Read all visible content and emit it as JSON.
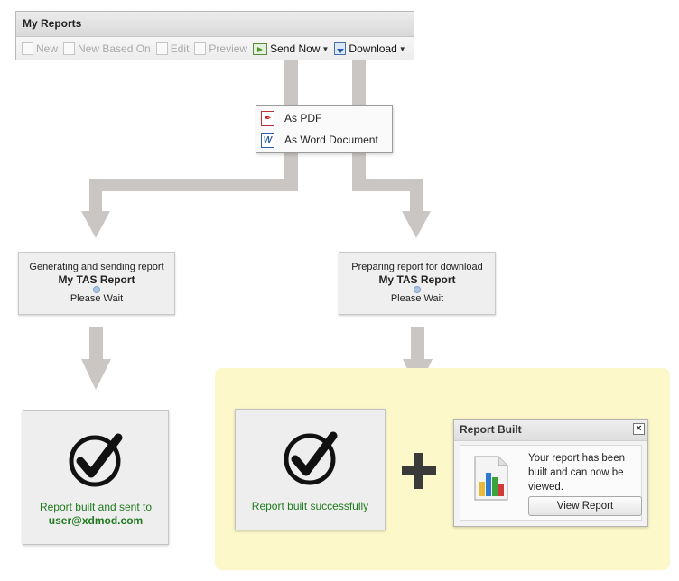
{
  "toolbar_panel": {
    "title": "My Reports",
    "buttons": [
      {
        "label": "New",
        "enabled": false,
        "icon": "new-report-icon"
      },
      {
        "label": "New Based On",
        "enabled": false,
        "icon": "copy-report-icon"
      },
      {
        "label": "Edit",
        "enabled": false,
        "icon": "edit-report-icon"
      },
      {
        "label": "Preview",
        "enabled": false,
        "icon": "preview-report-icon"
      },
      {
        "label": "Send Now",
        "enabled": true,
        "icon": "send-email-icon",
        "dropdown": true
      },
      {
        "label": "Download",
        "enabled": true,
        "icon": "download-icon",
        "dropdown": true
      }
    ]
  },
  "download_menu": {
    "items": [
      {
        "label": "As PDF",
        "icon": "pdf-icon"
      },
      {
        "label": "As Word Document",
        "icon": "word-document-icon"
      }
    ]
  },
  "sending": {
    "status": "Generating and sending report",
    "report_name": "My TAS Report",
    "wait_text": "Please Wait"
  },
  "downloading": {
    "status": "Preparing report for download",
    "report_name": "My TAS Report",
    "wait_text": "Please Wait"
  },
  "sent_result": {
    "line1": "Report built and sent to",
    "email": "user@xdmod.com",
    "icon": "checkmark-icon"
  },
  "download_result": {
    "message": "Report built successfully",
    "icon": "checkmark-icon"
  },
  "combine_symbol": "+",
  "notification": {
    "title": "Report Built",
    "close": "×",
    "message": "Your report has been built and can now be viewed.",
    "button": "View Report",
    "icon": "report-chart-icon"
  },
  "colors": {
    "connector": "#c9c6c3",
    "highlight": "#fcf8c9",
    "success_text": "#1f7a1f",
    "plus": "#3a3a3a"
  }
}
